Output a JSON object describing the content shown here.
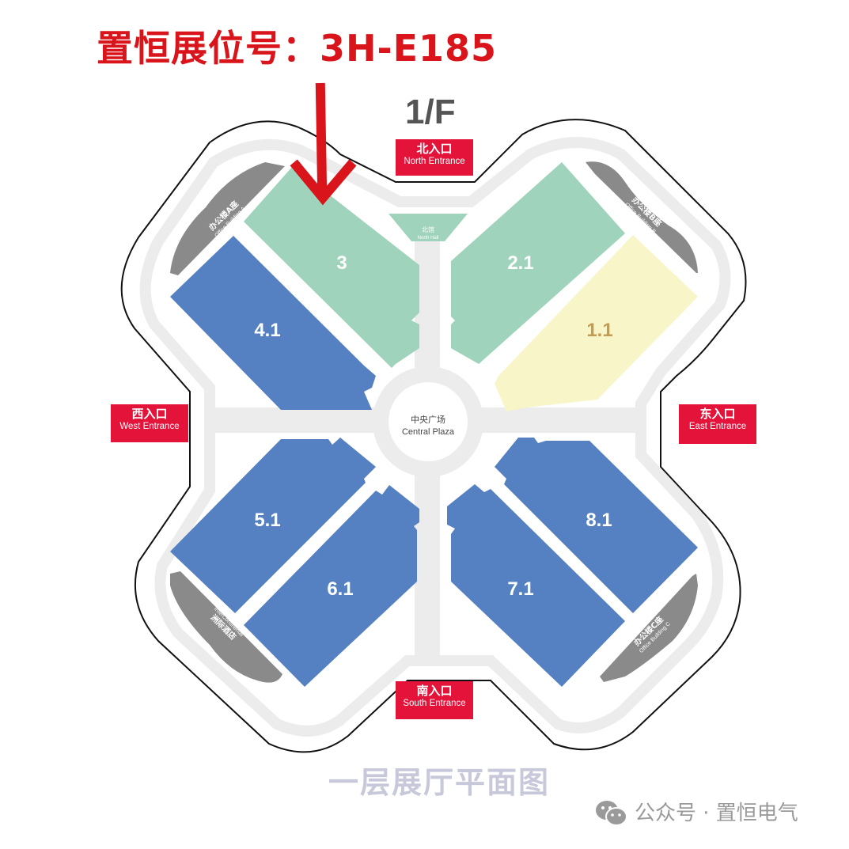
{
  "header": {
    "booth_label": "置恒展位号：3H-E185",
    "floor_label": "1/F"
  },
  "colors": {
    "headline_red": "#d9151b",
    "entrance_red": "#e3133a",
    "hall_blue": "#5580c2",
    "hall_green": "#9fd3bc",
    "hall_yellow": "#f8f6c8",
    "building_gray": "#8a8a8a",
    "walkway_gray": "#ececec",
    "footer_title": "#c7c9da"
  },
  "entrances": {
    "north": {
      "zh": "北入口",
      "en": "North Entrance"
    },
    "south": {
      "zh": "南入口",
      "en": "South Entrance"
    },
    "west": {
      "zh": "西入口",
      "en": "West Entrance"
    },
    "east": {
      "zh": "东入口",
      "en": "East Entrance"
    }
  },
  "halls": {
    "h3": {
      "label": "3",
      "color": "green",
      "highlighted": true
    },
    "h2_1": {
      "label": "2.1",
      "color": "green"
    },
    "h1_1": {
      "label": "1.1",
      "color": "yellow"
    },
    "h4_1": {
      "label": "4.1",
      "color": "blue"
    },
    "h5_1": {
      "label": "5.1",
      "color": "blue"
    },
    "h6_1": {
      "label": "6.1",
      "color": "blue"
    },
    "h7_1": {
      "label": "7.1",
      "color": "blue"
    },
    "h8_1": {
      "label": "8.1",
      "color": "blue"
    },
    "north_hall": {
      "zh": "北馆",
      "en": "North Hall"
    }
  },
  "plaza": {
    "zh": "中央广场",
    "en": "Central Plaza"
  },
  "buildings": {
    "a": {
      "zh": "办公楼A座",
      "en": "Office Building A"
    },
    "b": {
      "zh": "办公楼B座",
      "en": "Office Building B"
    },
    "c": {
      "zh": "办公楼C座",
      "en": "Office Building C"
    },
    "hotel": {
      "zh": "洲际酒店",
      "en": "InterContinental"
    }
  },
  "footer": {
    "title": "一层展厅平面图",
    "wechat_prefix": "公众号 · 置恒电气"
  }
}
